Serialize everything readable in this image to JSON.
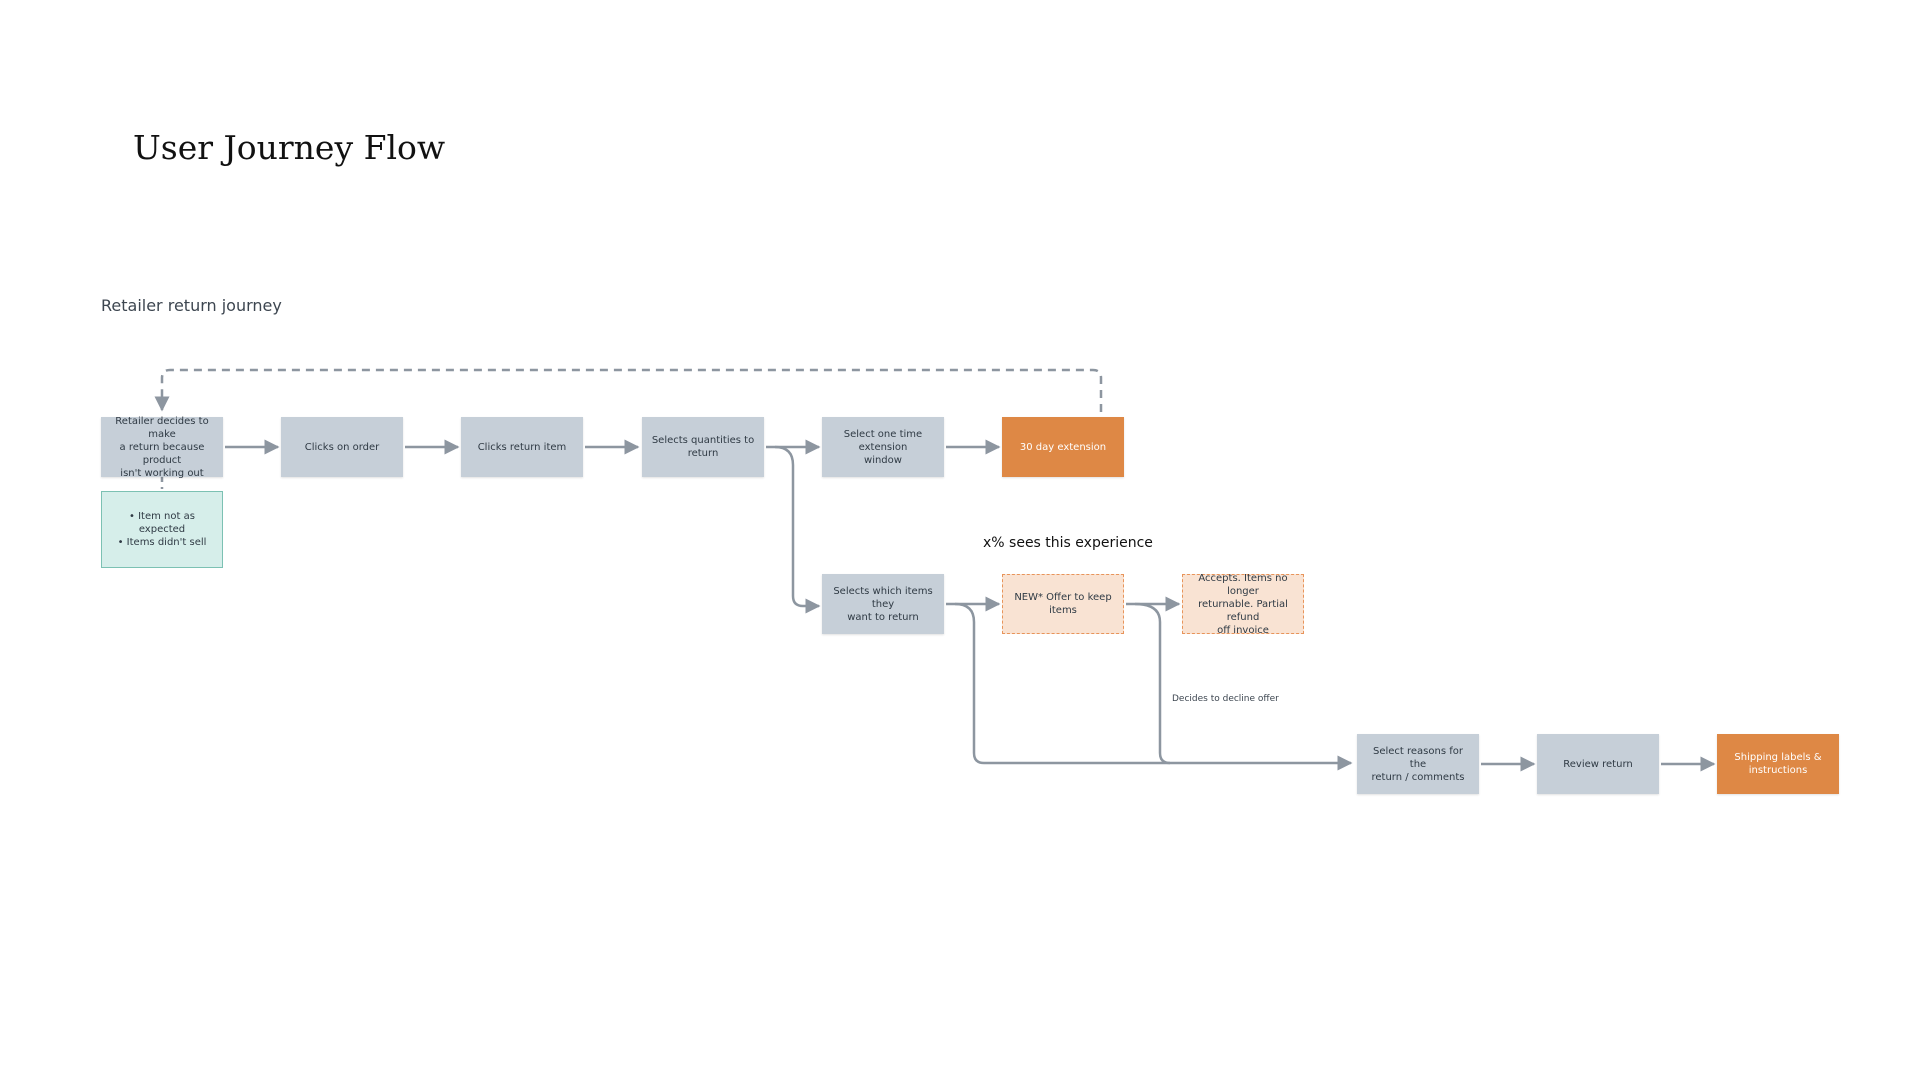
{
  "page": {
    "title": "User Journey Flow",
    "subtitle": "Retailer return journey"
  },
  "colors": {
    "step": "#c6cfd8",
    "accent": "#de8845",
    "note": "#d6eeea",
    "offer": "#f9e3d3",
    "connector": "#8d96a0"
  },
  "nodes": {
    "start": "Retailer decides to make\na return because product\nisn't working out",
    "reasons_note": "• Item not as expected\n• Items didn't sell",
    "clicks_order": "Clicks on order",
    "clicks_return_item": "Clicks return item",
    "selects_quantities": "Selects quantities to\nreturn",
    "extension_window": "Select one time extension\nwindow",
    "day_extension": "30 day extension",
    "selects_items": "Selects which items they\nwant to return",
    "offer_keep": "NEW* Offer to keep items",
    "accepts": "Accepts. Items no longer\nreturnable. Partial refund\noff invoice",
    "select_reasons": "Select reasons for the\nreturn / comments",
    "review_return": "Review return",
    "shipping_labels": "Shipping labels &\ninstructions"
  },
  "labels": {
    "experience": "x% sees this experience",
    "decline": "Decides to decline offer"
  }
}
